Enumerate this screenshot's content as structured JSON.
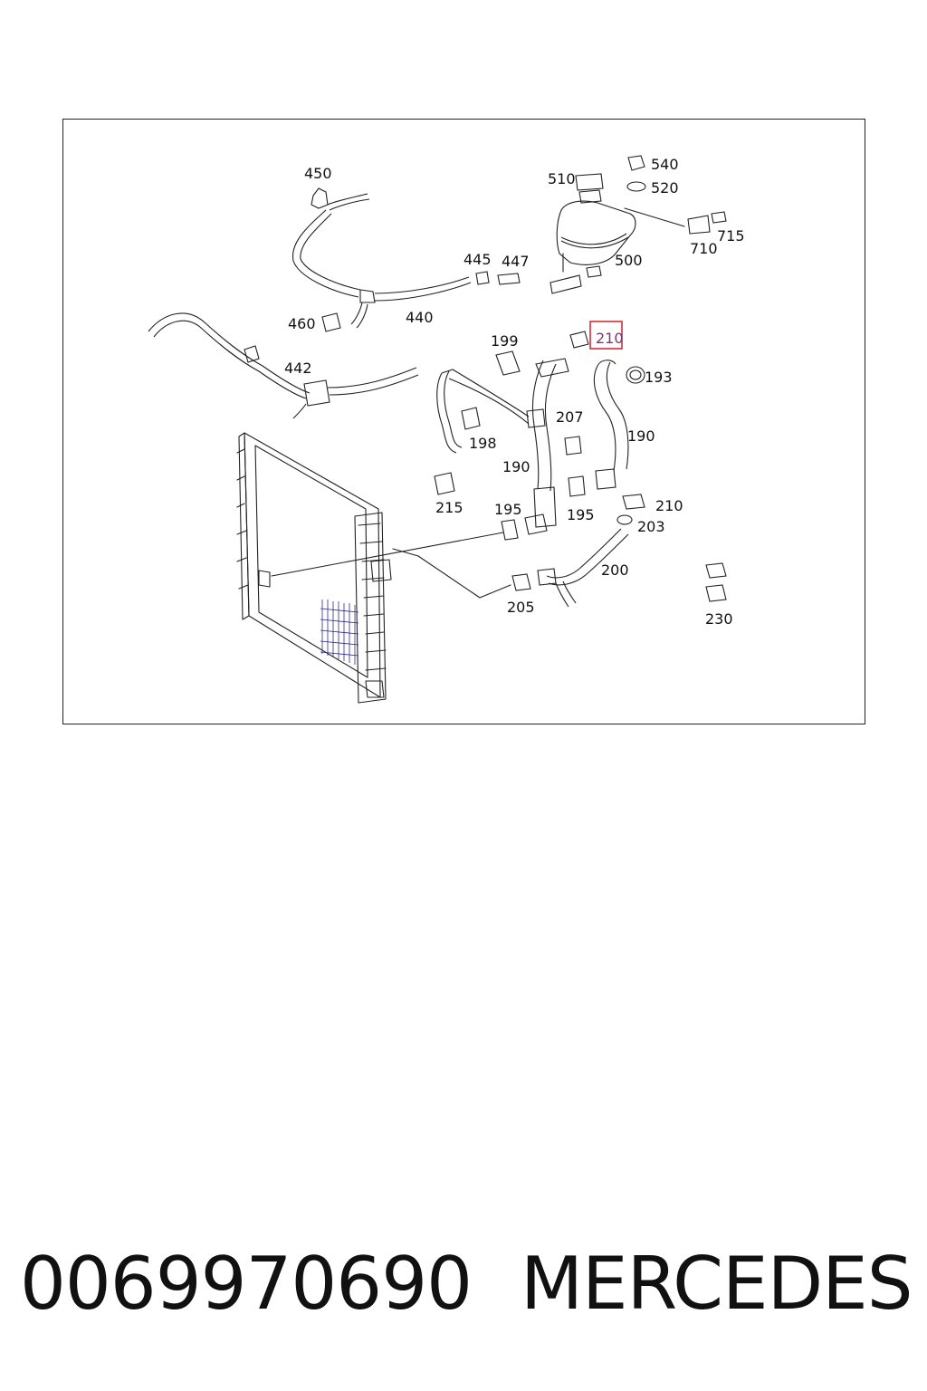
{
  "diagram": {
    "labels": [
      {
        "id": "450",
        "text": "450"
      },
      {
        "id": "510",
        "text": "510"
      },
      {
        "id": "540",
        "text": "540"
      },
      {
        "id": "520",
        "text": "520"
      },
      {
        "id": "715",
        "text": "715"
      },
      {
        "id": "710",
        "text": "710"
      },
      {
        "id": "500",
        "text": "500"
      },
      {
        "id": "445",
        "text": "445"
      },
      {
        "id": "447",
        "text": "447"
      },
      {
        "id": "460",
        "text": "460"
      },
      {
        "id": "440",
        "text": "440"
      },
      {
        "id": "199",
        "text": "199"
      },
      {
        "id": "210-top",
        "text": "210"
      },
      {
        "id": "193",
        "text": "193"
      },
      {
        "id": "442",
        "text": "442"
      },
      {
        "id": "207",
        "text": "207"
      },
      {
        "id": "198",
        "text": "198"
      },
      {
        "id": "190-right",
        "text": "190"
      },
      {
        "id": "190-left",
        "text": "190"
      },
      {
        "id": "215",
        "text": "215"
      },
      {
        "id": "195-left",
        "text": "195"
      },
      {
        "id": "195-right",
        "text": "195"
      },
      {
        "id": "210-right",
        "text": "210"
      },
      {
        "id": "203",
        "text": "203"
      },
      {
        "id": "200",
        "text": "200"
      },
      {
        "id": "205",
        "text": "205"
      },
      {
        "id": "230",
        "text": "230"
      }
    ],
    "highlighted_label": "210",
    "highlight_color": "#d0303a"
  },
  "footer": {
    "part_number": "0069970690",
    "brand": "MERCEDES"
  }
}
